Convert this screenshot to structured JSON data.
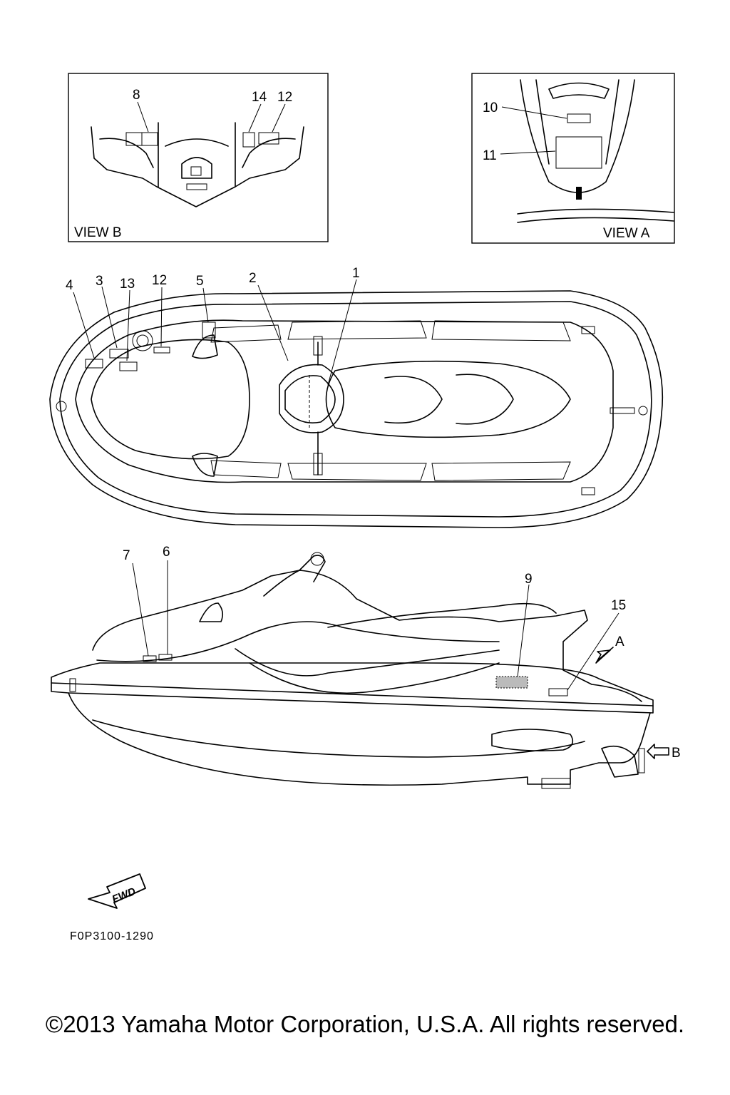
{
  "view_b": {
    "label": "VIEW B",
    "callouts": [
      "8",
      "14",
      "12"
    ]
  },
  "view_a": {
    "label": "VIEW A",
    "callouts": [
      "10",
      "11"
    ]
  },
  "top_view": {
    "callouts": [
      "4",
      "3",
      "13",
      "12",
      "5",
      "2",
      "1"
    ]
  },
  "side_view": {
    "callouts": [
      "7",
      "6",
      "9",
      "15"
    ],
    "view_markers": [
      "A",
      "B"
    ]
  },
  "fwd_badge": "FWD",
  "drawing_code": "F0P3100-1290",
  "copyright": "©2013 Yamaha Motor Corporation, U.S.A. All rights reserved."
}
